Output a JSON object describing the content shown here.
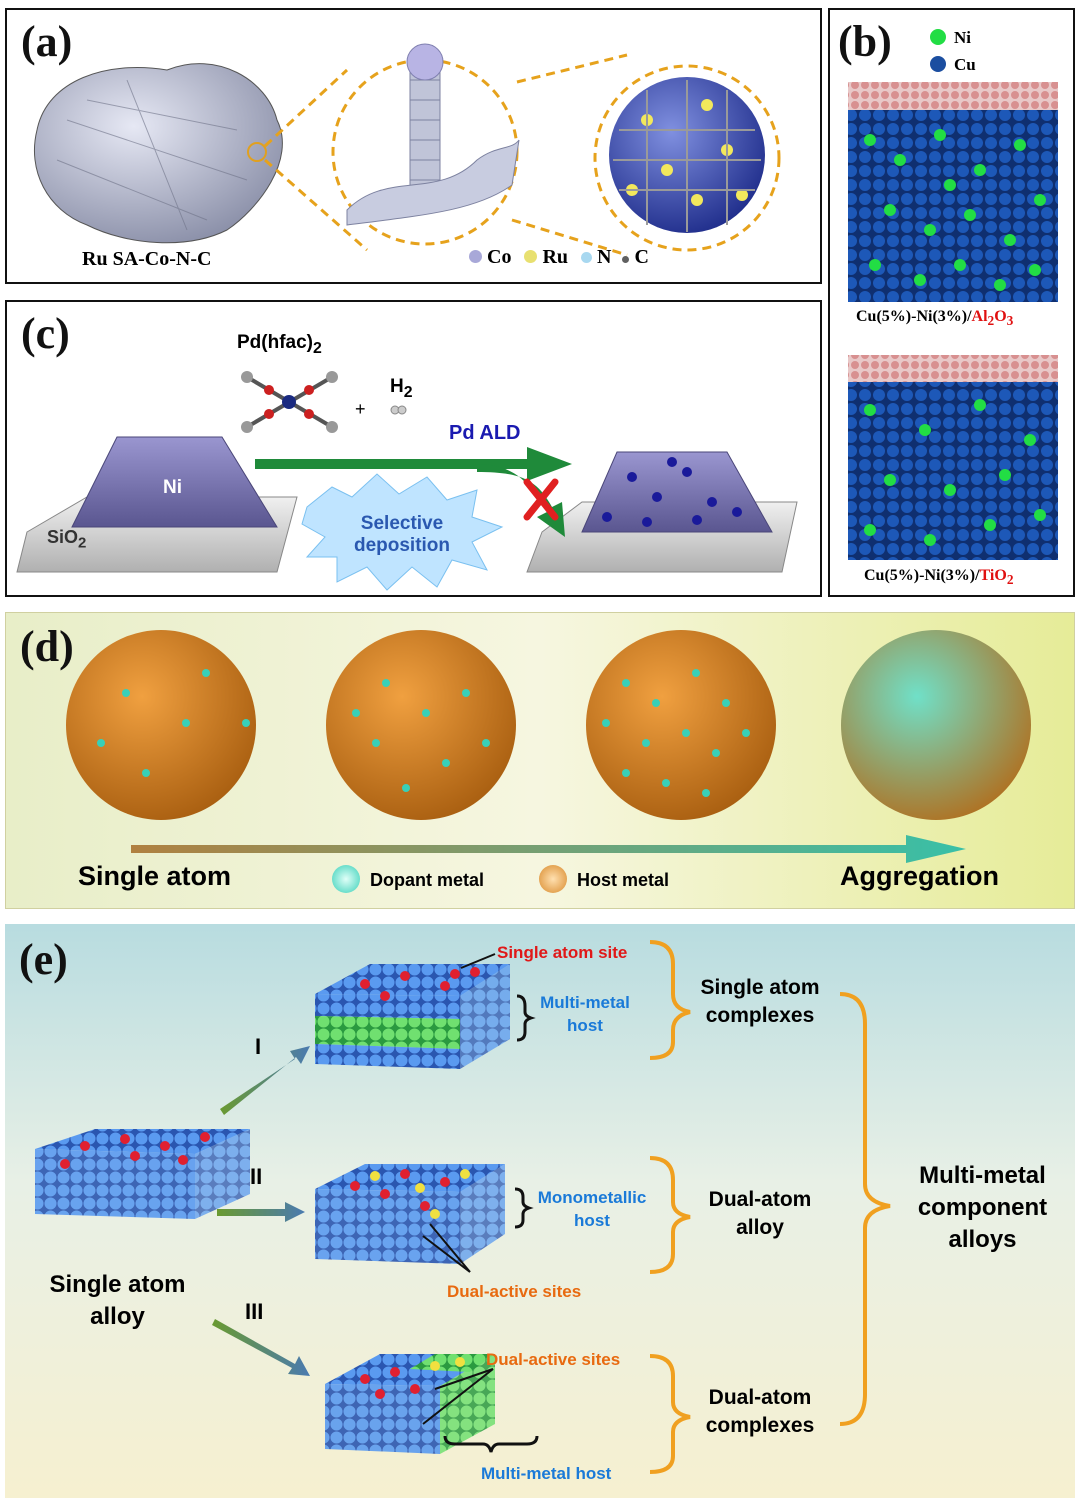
{
  "panel_a": {
    "label": "(a)",
    "caption": "Ru SA-Co-N-C",
    "legend": [
      {
        "symbol": "Co",
        "color": "#a8a8d8",
        "icon": "co-dot-icon"
      },
      {
        "symbol": "Ru",
        "color": "#e8e070",
        "icon": "ru-dot-icon"
      },
      {
        "symbol": "N",
        "color": "#a8d8f0",
        "icon": "n-dot-icon"
      },
      {
        "symbol": "C",
        "color": "#606060",
        "icon": "c-dot-icon"
      }
    ]
  },
  "panel_b": {
    "label": "(b)",
    "legend": [
      {
        "symbol": "Ni",
        "color": "#22dd44"
      },
      {
        "symbol": "Cu",
        "color": "#1b4ea0"
      }
    ],
    "caption_top_prefix": "Cu(5%)-Ni(3%)/",
    "caption_top_support": "Al",
    "caption_top_sub1": "2",
    "caption_top_mid": "O",
    "caption_top_sub2": "3",
    "caption_bottom_prefix": "Cu(5%)-Ni(3%)/",
    "caption_bottom_support": "TiO",
    "caption_bottom_sub": "2"
  },
  "panel_c": {
    "label": "(c)",
    "precursor": "Pd(hfac)",
    "precursor_sub": "2",
    "plus": "+",
    "h2": "H",
    "h2_sub": "2",
    "process": "Pd ALD",
    "metal": "Ni",
    "support": "SiO",
    "support_sub": "2",
    "burst_line1": "Selective",
    "burst_line2": "deposition"
  },
  "panel_d": {
    "label": "(d)",
    "left_label": "Single atom",
    "right_label": "Aggregation",
    "legend": [
      {
        "name": "Dopant metal",
        "color": "#38d0b8"
      },
      {
        "name": "Host metal",
        "color": "#d98a2b"
      }
    ]
  },
  "panel_e": {
    "label": "(e)",
    "route_I": "I",
    "route_II": "II",
    "route_III": "III",
    "start_line1": "Single atom",
    "start_line2": "alloy",
    "single_atom_site": "Single atom site",
    "multi_metal_host_line1": "Multi-metal",
    "multi_metal_host_line2": "host",
    "monometallic_host_line1": "Monometallic",
    "monometallic_host_line2": "host",
    "dual_active_sites_mid": "Dual-active sites",
    "dual_active_sites_bottom": "Dual-active sites",
    "multi_metal_host_bottom": "Multi-metal host",
    "cat1_line1": "Single atom",
    "cat1_line2": "complexes",
    "cat2_line1": "Dual-atom",
    "cat2_line2": "alloy",
    "cat3_line1": "Dual-atom",
    "cat3_line2": "complexes",
    "final_line1": "Multi-metal",
    "final_line2": "component",
    "final_line3": "alloys"
  }
}
